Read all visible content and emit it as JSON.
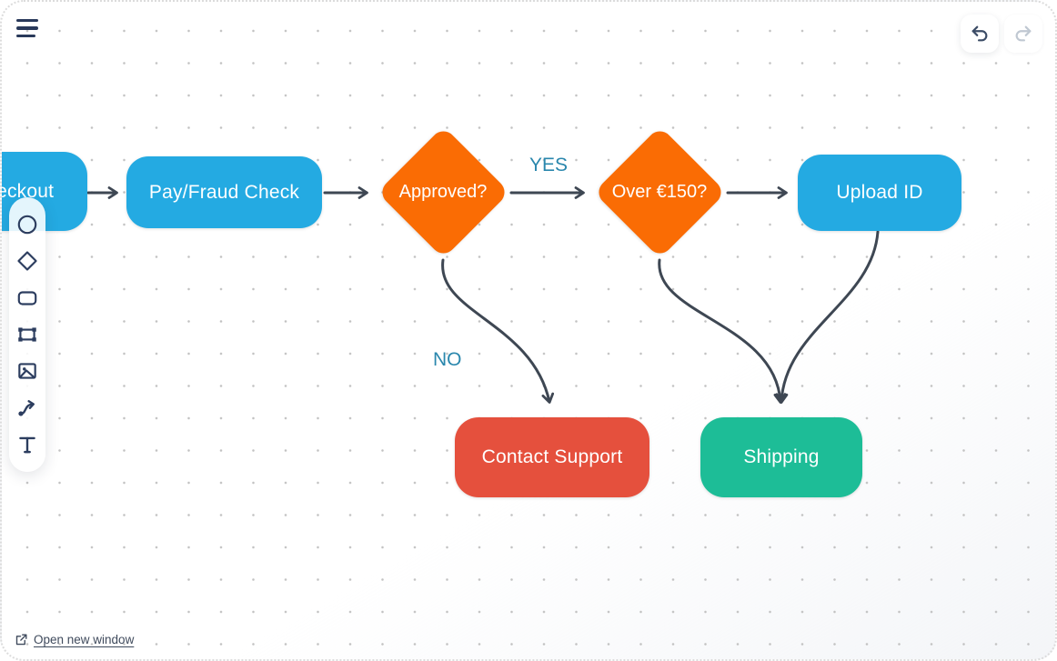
{
  "colors": {
    "node_blue": "#24aae2",
    "node_orange": "#fa6c04",
    "node_red": "#e5503d",
    "node_green": "#1dbd97",
    "edge": "#3e4753",
    "edge_label": "#2a87ad",
    "toolbar_icon": "#2c3d5f"
  },
  "header": {
    "menu_icon": "hamburger-icon",
    "undo_icon": "undo-arrow-icon",
    "redo_icon": "redo-arrow-icon"
  },
  "toolbar": {
    "tools": [
      {
        "name": "ellipse-tool",
        "icon": "circle-icon"
      },
      {
        "name": "diamond-tool",
        "icon": "diamond-icon"
      },
      {
        "name": "rectangle-tool",
        "icon": "rounded-rectangle-icon"
      },
      {
        "name": "frame-tool",
        "icon": "frame-icon"
      },
      {
        "name": "image-tool",
        "icon": "image-icon"
      },
      {
        "name": "connector-tool",
        "icon": "connector-arrow-icon"
      },
      {
        "name": "text-tool",
        "icon": "text-icon"
      }
    ]
  },
  "canvas": {
    "nodes": [
      {
        "id": "checkout",
        "label": "Checkout",
        "shape": "rounded-rect",
        "color": "blue",
        "note": "clipped by left viewport edge"
      },
      {
        "id": "pay-fraud-check",
        "label": "Pay/Fraud Check",
        "shape": "rounded-rect",
        "color": "blue"
      },
      {
        "id": "approved",
        "label": "Approved?",
        "shape": "diamond",
        "color": "orange"
      },
      {
        "id": "over-150",
        "label": "Over €150?",
        "shape": "diamond",
        "color": "orange"
      },
      {
        "id": "upload-id",
        "label": "Upload ID",
        "shape": "rounded-rect",
        "color": "blue"
      },
      {
        "id": "contact-support",
        "label": "Contact Support",
        "shape": "rounded-rect",
        "color": "red"
      },
      {
        "id": "shipping",
        "label": "Shipping",
        "shape": "rounded-rect",
        "color": "green"
      }
    ],
    "edges": [
      {
        "from": "checkout",
        "to": "pay-fraud-check"
      },
      {
        "from": "pay-fraud-check",
        "to": "approved"
      },
      {
        "from": "approved",
        "to": "over-150",
        "label": "YES"
      },
      {
        "from": "over-150",
        "to": "upload-id"
      },
      {
        "from": "approved",
        "to": "contact-support",
        "label": "NO"
      },
      {
        "from": "over-150",
        "to": "shipping"
      },
      {
        "from": "upload-id",
        "to": "shipping"
      }
    ],
    "edge_labels": [
      {
        "text": "YES"
      },
      {
        "text": "NO"
      }
    ]
  },
  "footer": {
    "open_link_label": "Open new window",
    "open_link_icon": "external-link-icon"
  }
}
